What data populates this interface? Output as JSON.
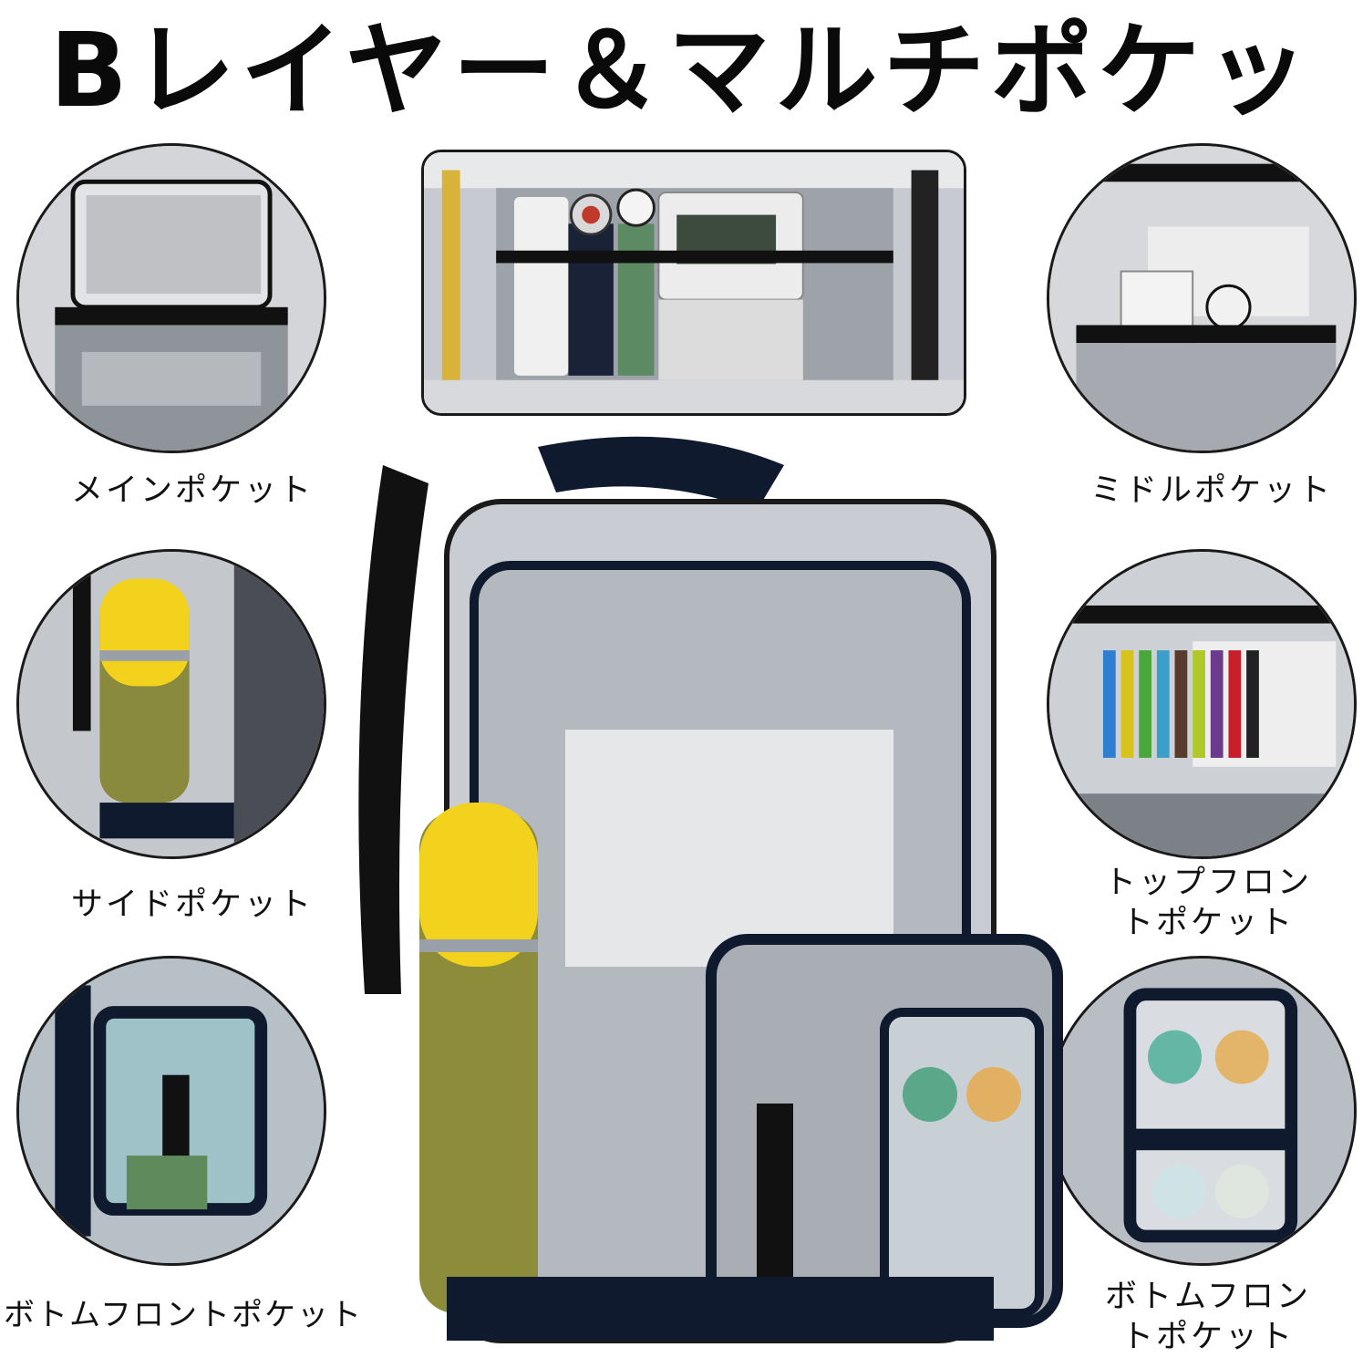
{
  "title": "Bレイヤー＆マルチポケット",
  "labels": {
    "main_pocket": "メインポケット",
    "middle_pocket": "ミドルポケット",
    "side_pocket": "サイドポケット",
    "top_front_pocket_line1": "トップフロン",
    "top_front_pocket_line2": "トポケット",
    "bottom_front_pocket_left": "ボトムフロントポケット",
    "bottom_front_pocket_line1": "ボトムフロン",
    "bottom_front_pocket_line2": "トポケット"
  },
  "colors": {
    "strap_navy": "#101a2e",
    "bottle_yellow": "#f3d21e",
    "clear_pvc": "#c9ccd2",
    "outline": "#1a1a1a"
  },
  "icons": [
    "backpack-photo",
    "water-bottle",
    "dinosaur-pattern"
  ]
}
